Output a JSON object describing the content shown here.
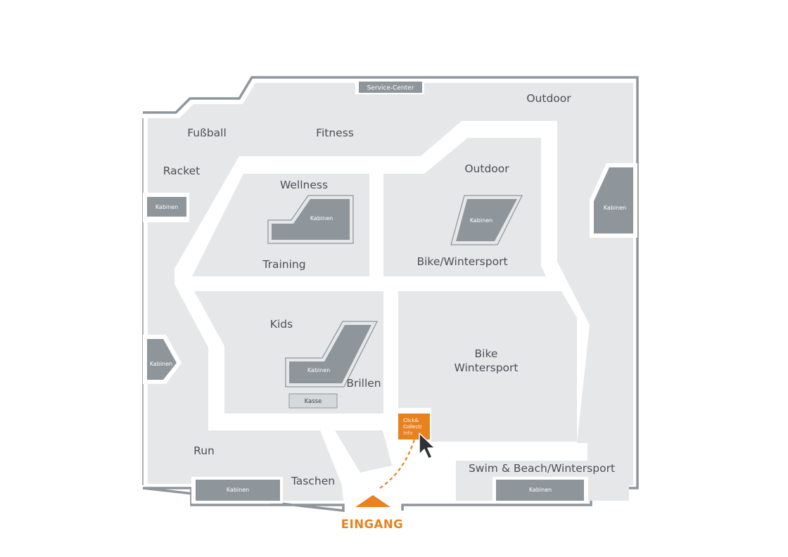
{
  "map": {
    "departments": {
      "fussball": "Fußball",
      "fitness": "Fitness",
      "racket": "Racket",
      "outdoor_top": "Outdoor",
      "wellness": "Wellness",
      "training": "Training",
      "outdoor_center": "Outdoor",
      "bike_wintersport": "Bike/Wintersport",
      "kids": "Kids",
      "brillen": "Brillen",
      "bike_line1": "Bike",
      "bike_line2": "Wintersport",
      "run": "Run",
      "taschen": "Taschen",
      "swim": "Swim & Beach/Wintersport"
    },
    "facilities": {
      "service_center": "Service-Center",
      "kabinen": "Kabinen",
      "kasse": "Kasse",
      "click_collect_line1": "Click&",
      "click_collect_line2": "Collect/",
      "click_collect_line3": "Info"
    },
    "entrance": "EINGANG",
    "colors": {
      "wall": "#8f969b",
      "floor": "#e6e7e9",
      "cabin": "#8f969b",
      "accent": "#e8821e"
    }
  }
}
